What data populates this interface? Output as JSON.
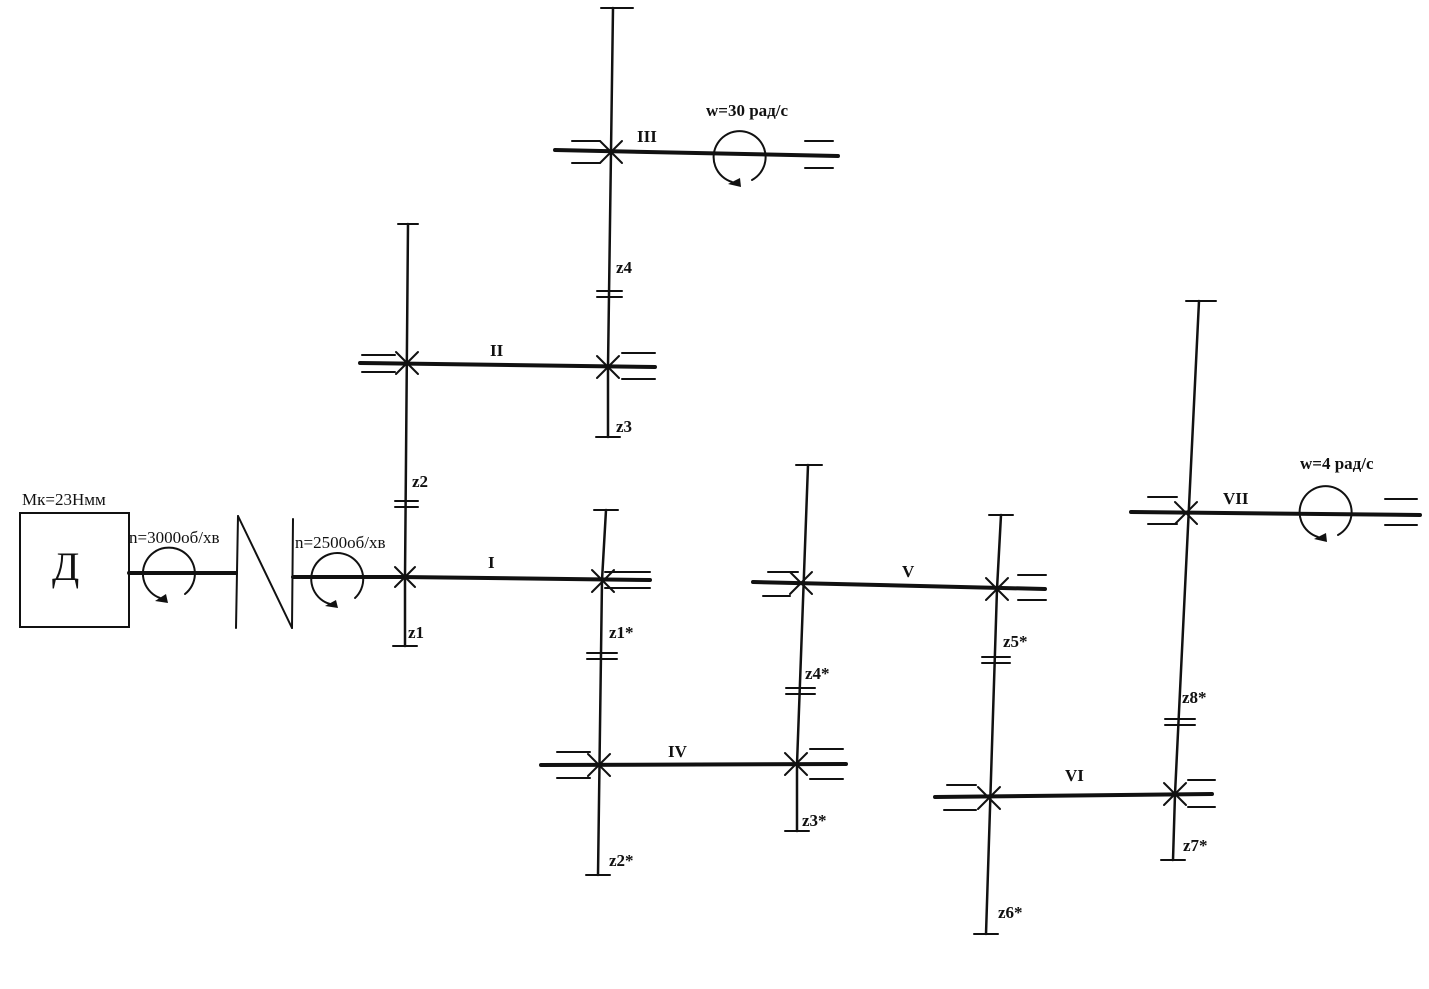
{
  "motor": {
    "letter": "Д",
    "torque": "Мк=23Нмм"
  },
  "speeds": {
    "input": "n=3000об/хв",
    "after_coupling": "n=2500об/хв"
  },
  "outputs": {
    "shaft_III": "w=30 рад/с",
    "shaft_VII": "w=4 рад/с"
  },
  "shafts": {
    "I": "I",
    "II": "II",
    "III": "III",
    "IV": "IV",
    "V": "V",
    "VI": "VI",
    "VII": "VII"
  },
  "gears": {
    "z1": "z1",
    "z2": "z2",
    "z3": "z3",
    "z4": "z4",
    "z1s": "z1*",
    "z2s": "z2*",
    "z3s": "z3*",
    "z4s": "z4*",
    "z5s": "z5*",
    "z6s": "z6*",
    "z7s": "z7*",
    "z8s": "z8*"
  }
}
